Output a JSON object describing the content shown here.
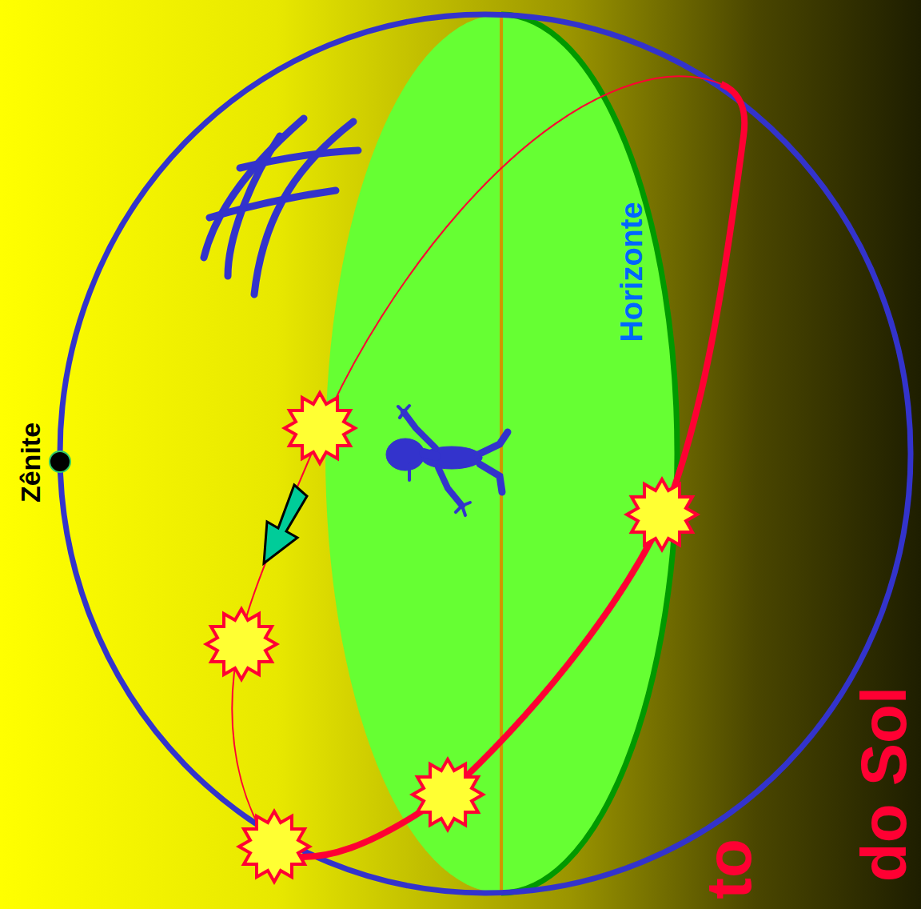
{
  "diagram": {
    "labels": [
      "Zênite",
      "Horizonte",
      "to",
      "do Sol"
    ]
  }
}
